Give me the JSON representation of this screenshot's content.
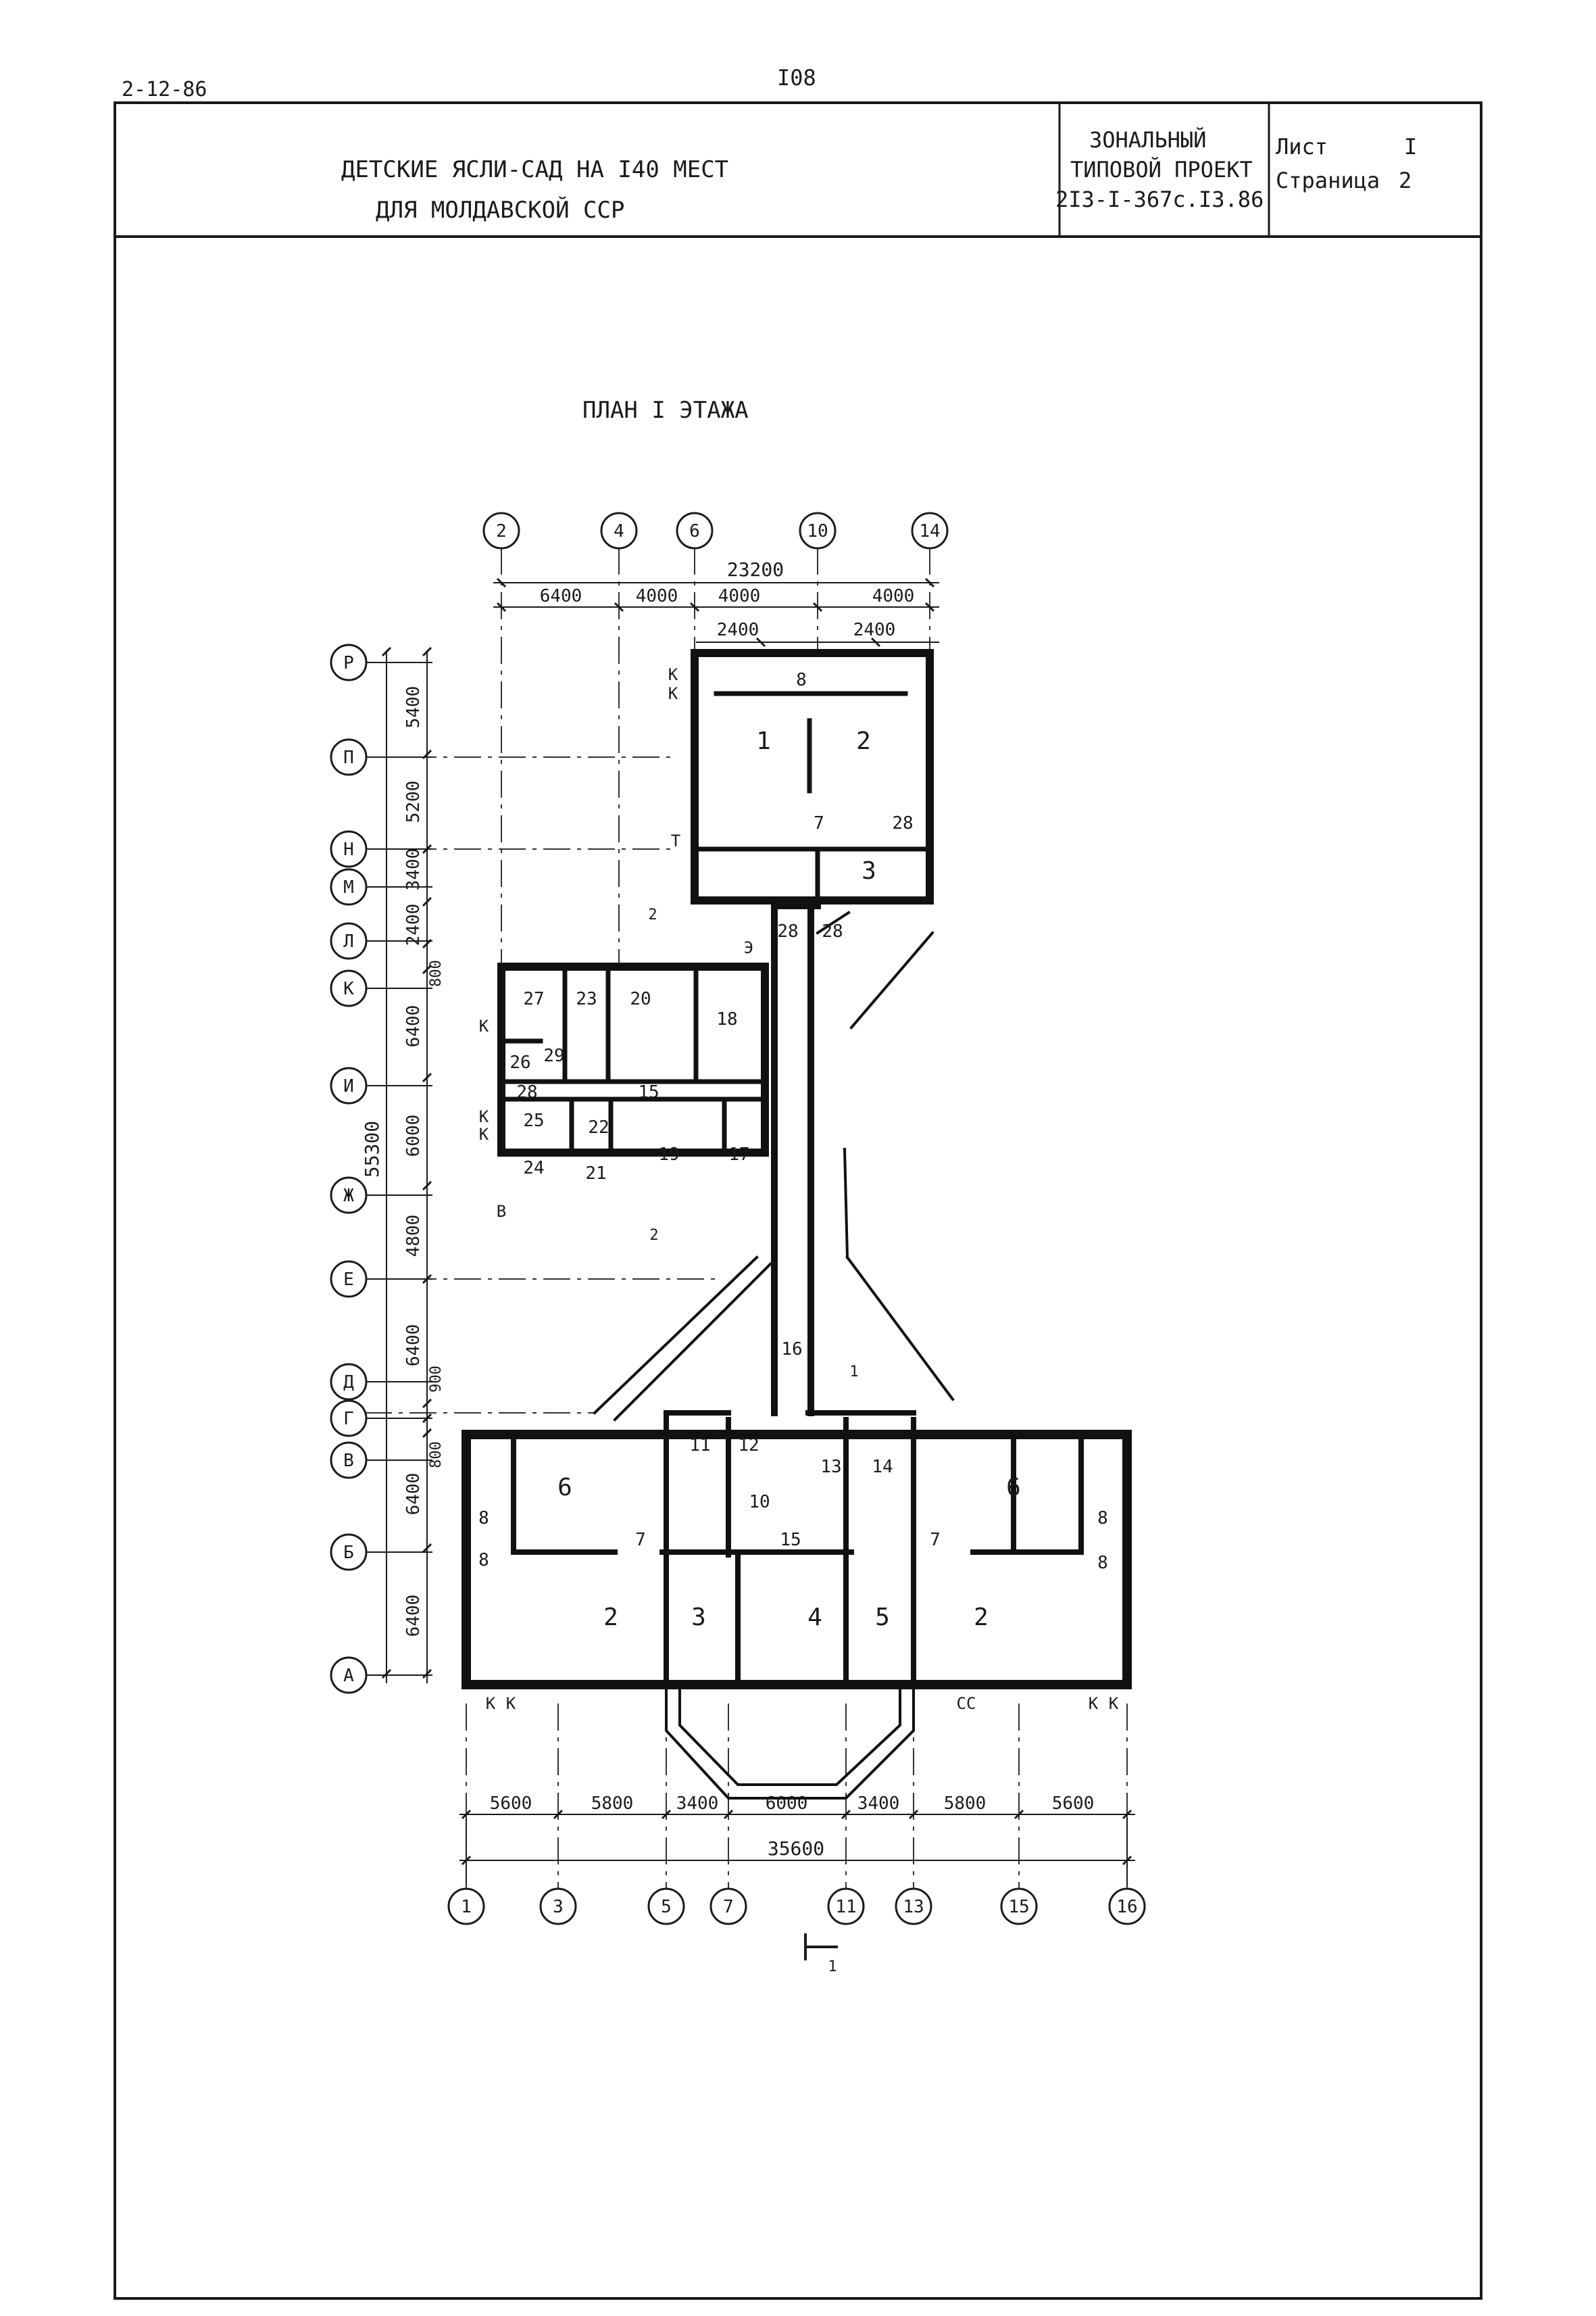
{
  "doc_code": "2-12-86",
  "page_number": "I08",
  "header": {
    "title_line1": "ДЕТСКИЕ ЯСЛИ-САД НА I40 МЕСТ",
    "title_line2": "ДЛЯ МОЛДАВСКОЙ ССР",
    "project_line1": "ЗОНАЛЬНЫЙ",
    "project_line2": "ТИПОВОЙ ПРОЕКТ",
    "project_line3": "2I3-I-367с.I3.86",
    "sheet_label": "Лист",
    "sheet_value": "I",
    "page_label": "Страница",
    "page_value": "2"
  },
  "plan_title": "ПЛАН I ЭТАЖА",
  "grid": {
    "top_axes": [
      "2",
      "4",
      "6",
      "10",
      "14"
    ],
    "bottom_axes": [
      "1",
      "3",
      "5",
      "7",
      "11",
      "13",
      "15",
      "16"
    ],
    "left_axes": [
      "Р",
      "П",
      "Н",
      "М",
      "Л",
      "К",
      "И",
      "Ж",
      "Е",
      "Д",
      "Г",
      "В",
      "Б",
      "А"
    ]
  },
  "dimensions": {
    "top_overall": "23200",
    "top_row1": [
      "6400",
      "4000",
      "4000",
      "4000"
    ],
    "top_row2": [
      "2400",
      "2400"
    ],
    "left_row": [
      "5400",
      "5200",
      "3400",
      "2400",
      "6400",
      "6000",
      "4800",
      "6400",
      "6400",
      "6400"
    ],
    "left_small": [
      "800",
      "900",
      "800"
    ],
    "left_overall": "55300",
    "bottom_row": [
      "5600",
      "5800",
      "3400",
      "6000",
      "3400",
      "5800",
      "5600"
    ],
    "bottom_overall": "35600"
  },
  "rooms": {
    "r1": "1",
    "r2": "2",
    "r3": "3",
    "r4": "4",
    "r5": "5",
    "r6": "6",
    "r7": "7",
    "r8": "8",
    "r10": "10",
    "r11": "11",
    "r12": "12",
    "r13": "13",
    "r14": "14",
    "r15": "15",
    "r16": "16",
    "r17": "17",
    "r18": "18",
    "r19": "19",
    "r20": "20",
    "r21": "21",
    "r22": "22",
    "r23": "23",
    "r24": "24",
    "r25": "25",
    "r26": "26",
    "r27": "27",
    "r28": "28",
    "r29": "29"
  },
  "marks": {
    "k": "К",
    "e": "Э",
    "v": "В",
    "cc": "СС",
    "t": "Т",
    "sec1": "1",
    "sec2": "2"
  }
}
